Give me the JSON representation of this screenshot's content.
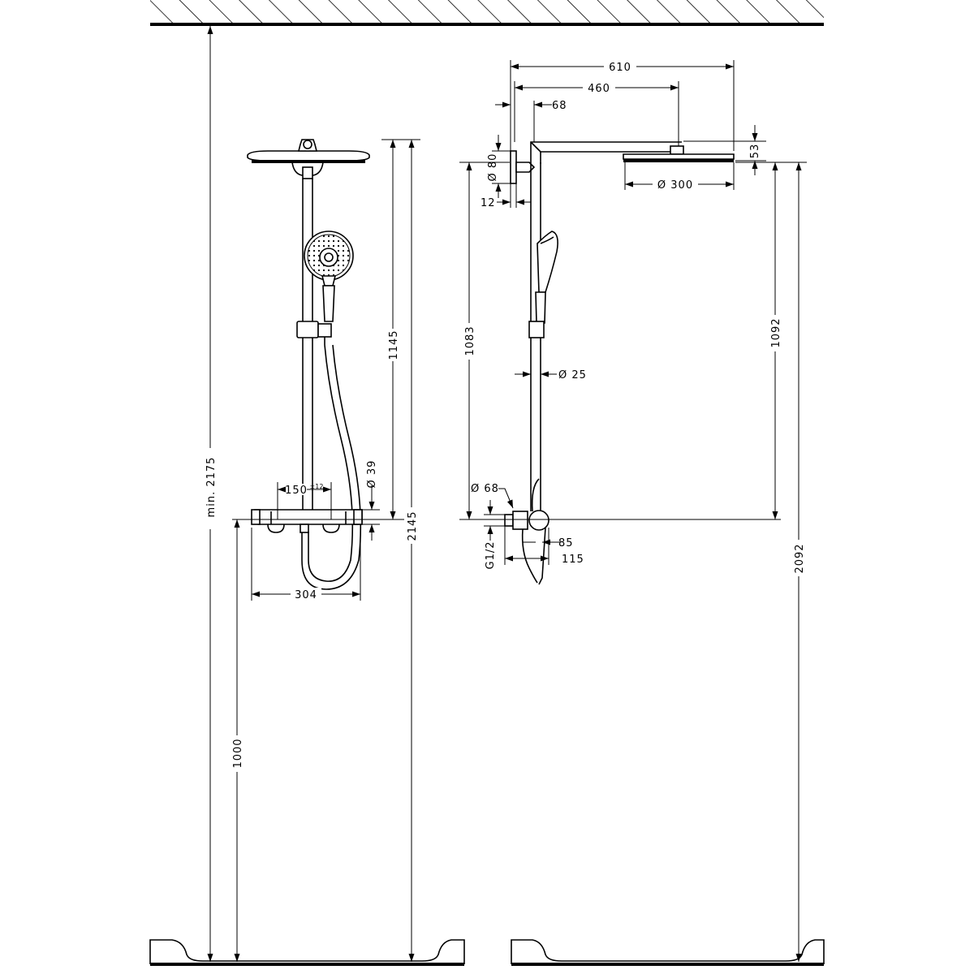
{
  "dimensions": {
    "min_height_2175": "min. 2175",
    "height_1145": "1145",
    "height_2145": "2145",
    "height_1000": "1000",
    "width_304": "304",
    "width_150": "150",
    "tolerance_12": "±12",
    "diameter_39": "Ø 39",
    "width_610": "610",
    "width_460": "460",
    "width_68_top": "68",
    "height_53": "53",
    "diameter_80": "Ø 80",
    "width_12": "12",
    "diameter_300": "Ø 300",
    "height_1083": "1083",
    "height_1092": "1092",
    "height_2092": "2092",
    "diameter_25": "Ø 25",
    "diameter_68": "Ø 68",
    "thread_g12": "G1/2",
    "width_85": "85",
    "width_115": "115"
  }
}
